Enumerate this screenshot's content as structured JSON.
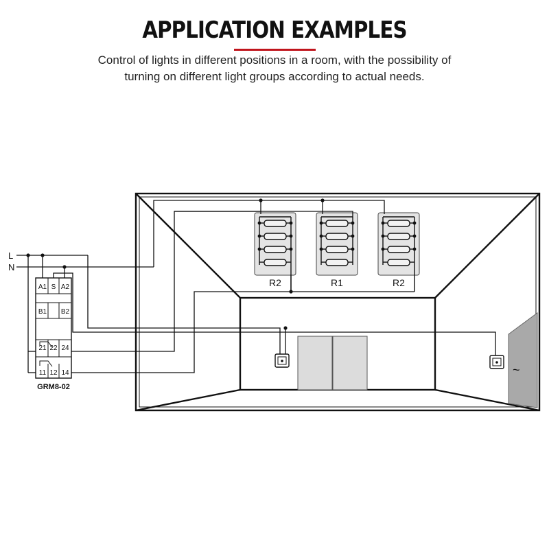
{
  "header": {
    "title": "APPLICATION EXAMPLES",
    "subtitle_line1": "Control of lights in different positions in a room, with the possibility of",
    "subtitle_line2": "turning on different light groups according to actual needs."
  },
  "relay": {
    "model": "GRM8-02",
    "terminals": {
      "a1": "A1",
      "s": "S",
      "a2": "A2",
      "b1": "B1",
      "b2": "B2",
      "t21": "21",
      "t22": "22",
      "t24": "24",
      "t11": "11",
      "t12": "12",
      "t14": "14"
    }
  },
  "supply": {
    "line": "L",
    "neutral": "N"
  },
  "light_groups": {
    "left": "R2",
    "center": "R1",
    "right": "R2"
  },
  "wall_socket_symbol": "~",
  "colors": {
    "accent": "#c0141c",
    "line": "#111111",
    "panel_fill": "#e4e4e4",
    "door_fill": "#dcdcdc",
    "window_fill": "#a9a9a9"
  }
}
